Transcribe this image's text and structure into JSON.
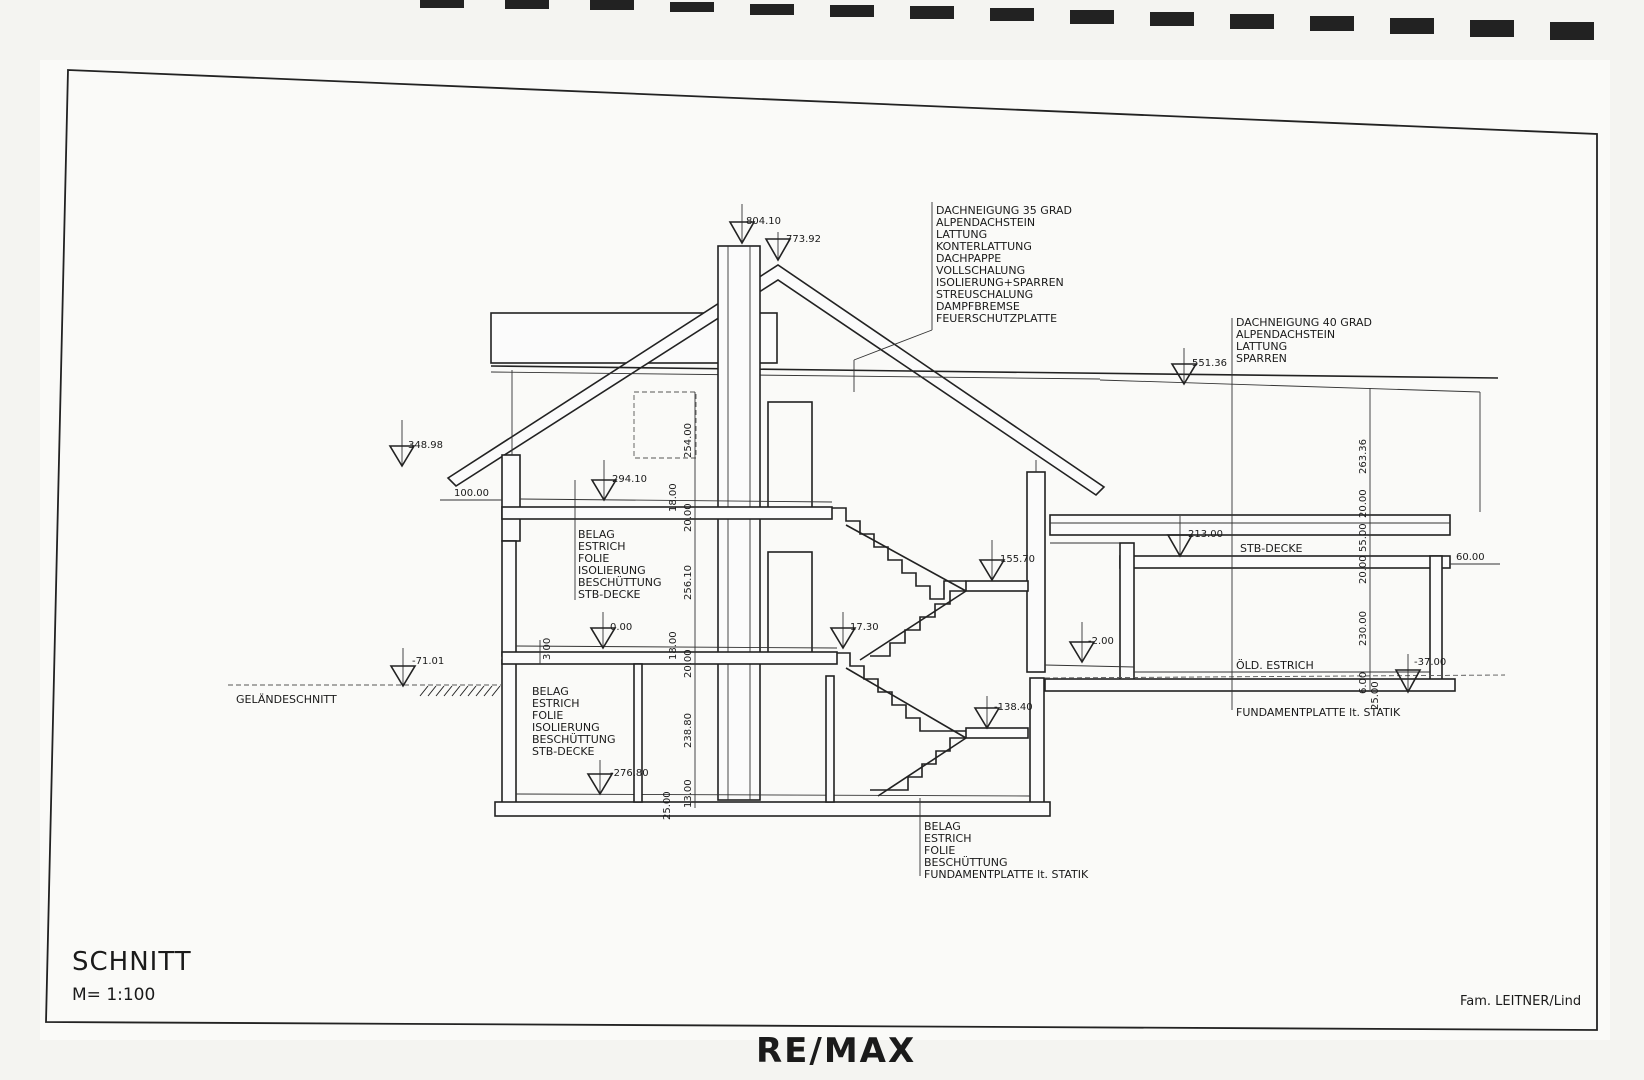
{
  "drawing": {
    "title": "SCHNITT",
    "scale": "M= 1:100",
    "owner": "Fam. LEITNER/Lind",
    "watermark": "RE/MAX"
  },
  "notes": {
    "roof_main": [
      "DACHNEIGUNG 35 GRAD",
      "ALPENDACHSTEIN",
      "LATTUNG",
      "KONTERLATTUNG",
      "DACHPAPPE",
      "VOLLSCHALUNG",
      "ISOLIERUNG+SPARREN",
      "STREUSCHALUNG",
      "DAMPFBREMSE",
      "FEUERSCHUTZPLATTE"
    ],
    "roof_annex": [
      "DACHNEIGUNG 40 GRAD",
      "ALPENDACHSTEIN",
      "LATTUNG",
      "SPARREN"
    ],
    "floor_upper": [
      "BELAG",
      "ESTRICH",
      "FOLIE",
      "ISOLIERUNG",
      "BESCHÜTTUNG",
      "STB-DECKE"
    ],
    "floor_ground": [
      "BELAG",
      "ESTRICH",
      "FOLIE",
      "ISOLIERUNG",
      "BESCHÜTTUNG",
      "STB-DECKE"
    ],
    "floor_basement": [
      "BELAG",
      "ESTRICH",
      "FOLIE",
      "BESCHÜTTUNG",
      "FUNDAMENTPLATTE lt. STATIK"
    ],
    "stb_decke": "STB-DECKE",
    "oel_estrich": "ÖLD. ESTRICH",
    "fundament_annex": "FUNDAMENTPLATTE lt. STATIK",
    "gelaende": "GELÄNDESCHNITT"
  },
  "levels": {
    "l804": "804.10",
    "l773": "773.92",
    "l551": "551.36",
    "l348": "348.98",
    "l294": "294.10",
    "l213": "213.00",
    "l155": "155.70",
    "l17": "17.30",
    "l0": "0.00",
    "lm2": "-2.00",
    "lm71": "-71.01",
    "lm37": "-37.00",
    "lm138": "-138.40",
    "lm276": "-276.80"
  },
  "dims": {
    "d100": "100.00",
    "d60": "60.00",
    "d254": "254.00",
    "d18a": "18.00",
    "d20a": "20.00",
    "d256": "256.10",
    "d3": "3.00",
    "d18b": "18.00",
    "d20b": "20.00",
    "d238": "238.80",
    "d25a": "25.00",
    "d13": "13.00",
    "d263": "263.36",
    "d20c": "20.00",
    "d55": "55.00",
    "d20d": "20.00",
    "d230": "230.00",
    "d6": "6.00",
    "d25b": "25.00"
  }
}
